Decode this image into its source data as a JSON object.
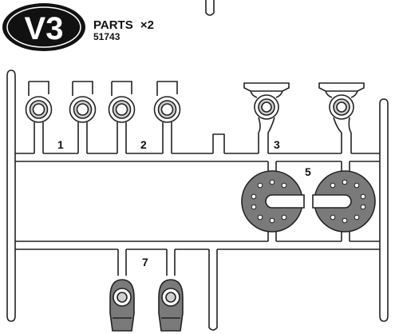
{
  "header": {
    "badge": "V3",
    "parts_label": "PARTS",
    "multiplier": "×2",
    "part_code": "51743"
  },
  "part_numbers": {
    "p1": "1",
    "p2": "2",
    "p3": "3",
    "p5": "5",
    "p7": "7"
  },
  "colors": {
    "line": "#222222",
    "ring_fill": "#cfcfcf",
    "dark_part": "#7a7a7a",
    "badge_bg": "#111111"
  }
}
